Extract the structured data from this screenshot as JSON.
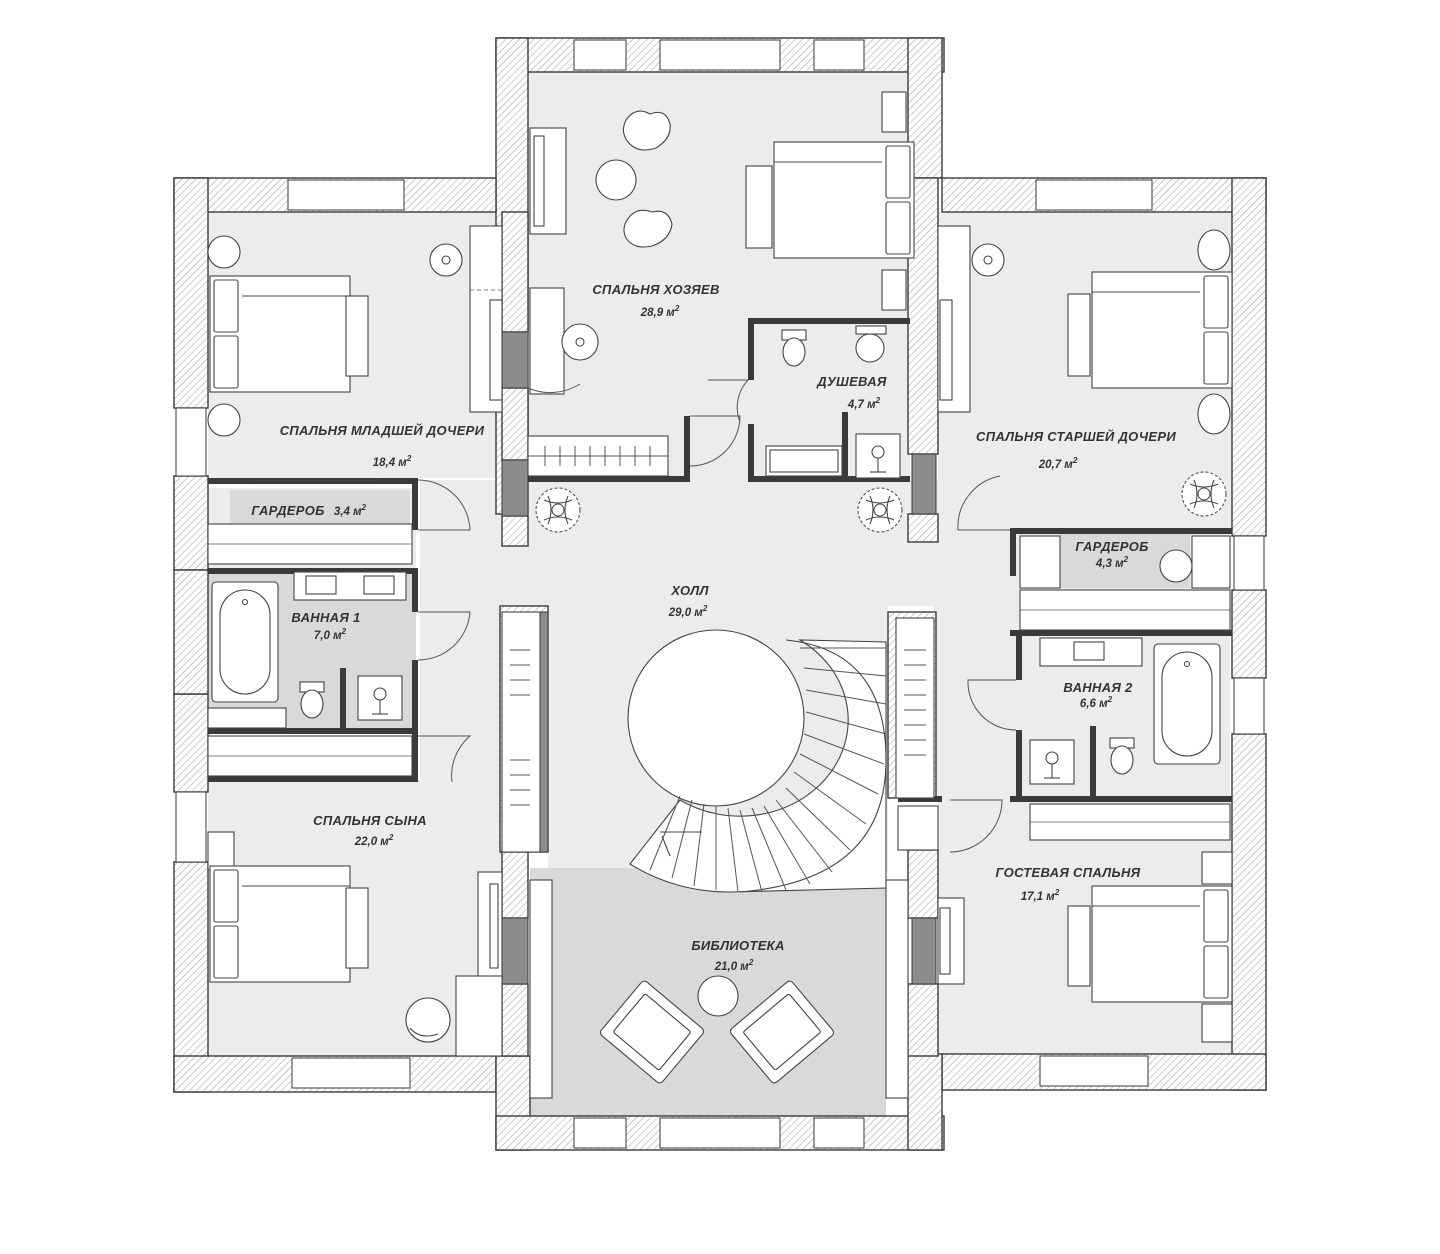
{
  "rooms": {
    "master_bedroom": {
      "name": "СПАЛЬНЯ ХОЗЯЕВ",
      "area": "28,9 м",
      "unit_sup": "2"
    },
    "shower": {
      "name": "ДУШЕВАЯ",
      "area": "4,7 м",
      "unit_sup": "2"
    },
    "younger_daughter": {
      "name": "СПАЛЬНЯ МЛАДШЕЙ ДОЧЕРИ",
      "area": "18,4 м",
      "unit_sup": "2"
    },
    "older_daughter": {
      "name": "СПАЛЬНЯ СТАРШЕЙ ДОЧЕРИ",
      "area": "20,7 м",
      "unit_sup": "2"
    },
    "wardrobe_1": {
      "name": "ГАРДЕРОБ",
      "area": "3,4 м",
      "unit_sup": "2"
    },
    "wardrobe_2": {
      "name": "ГАРДЕРОБ",
      "area": "4,3 м",
      "unit_sup": "2"
    },
    "hall": {
      "name": "ХОЛЛ",
      "area": "29,0 м",
      "unit_sup": "2"
    },
    "bath_1": {
      "name": "ВАННАЯ 1",
      "area": "7,0 м",
      "unit_sup": "2"
    },
    "bath_2": {
      "name": "ВАННАЯ 2",
      "area": "6,6 м",
      "unit_sup": "2"
    },
    "son_bedroom": {
      "name": "СПАЛЬНЯ СЫНА",
      "area": "22,0 м",
      "unit_sup": "2"
    },
    "guest_bedroom": {
      "name": "ГОСТЕВАЯ СПАЛЬНЯ",
      "area": "17,1 м",
      "unit_sup": "2"
    },
    "library": {
      "name": "БИБЛИОТЕКА",
      "area": "21,0 м",
      "unit_sup": "2"
    }
  },
  "colors": {
    "floor": "#ececec",
    "floor_dark": "#d9d9d9",
    "wall_line": "#3a3a3a",
    "column": "#8c8c8c"
  },
  "icons": [
    "double-bed-icon",
    "bathtub-icon",
    "toilet-icon",
    "sink-icon",
    "shower-icon",
    "armchair-icon",
    "round-table-icon",
    "plant-icon",
    "spiral-staircase-icon",
    "door-swing-icon",
    "wardrobe-icon"
  ]
}
